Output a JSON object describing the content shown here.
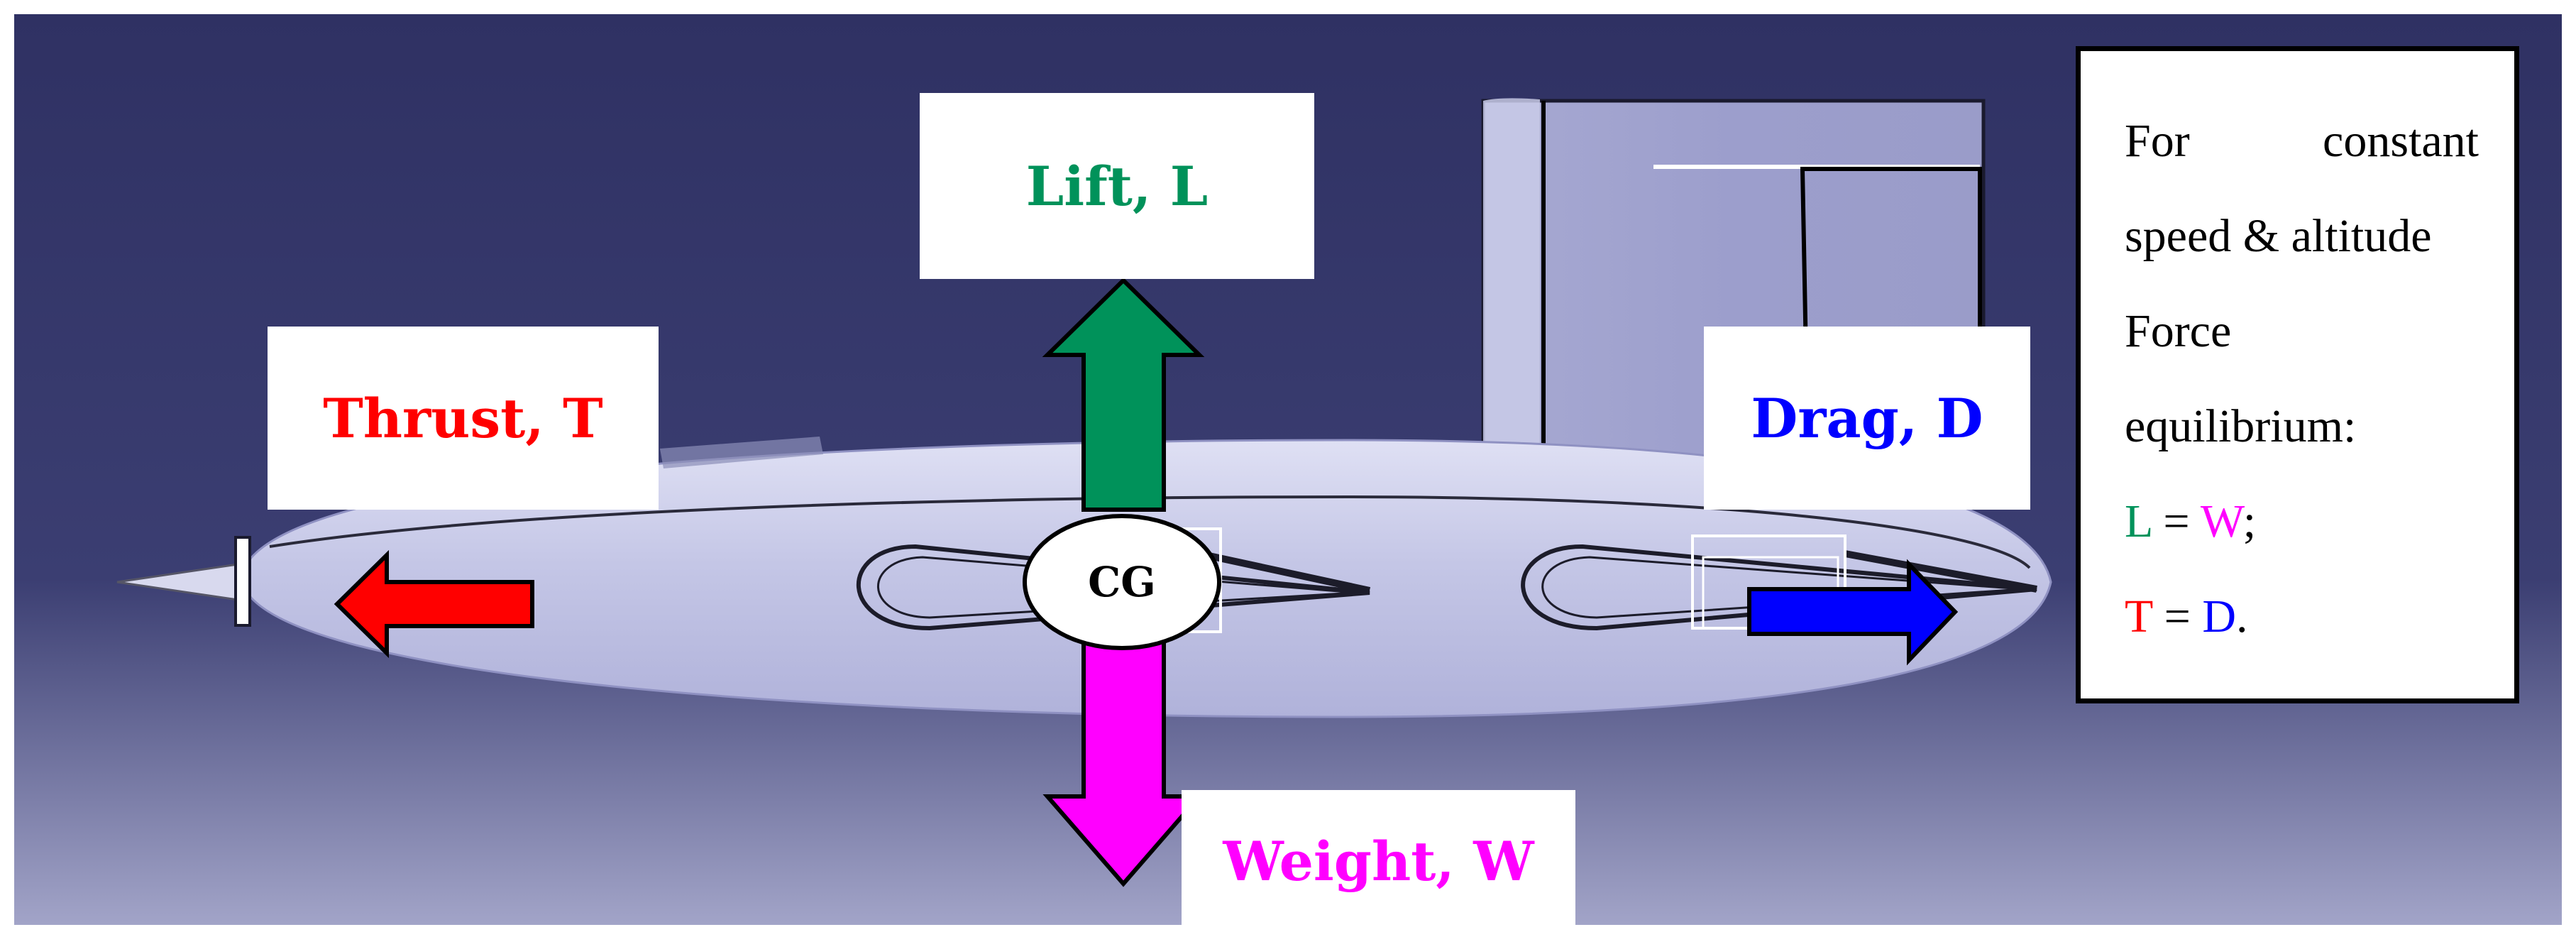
{
  "colors": {
    "background_top": "#2f3163",
    "background_bottom": "#a2a4c8",
    "body": "#c8cae9",
    "lift": "#00925a",
    "thrust": "#ff0000",
    "drag": "#0000ff",
    "weight": "#ff00ff"
  },
  "forces": {
    "lift": {
      "label": "Lift, L"
    },
    "thrust": {
      "label": "Thrust, T"
    },
    "drag": {
      "label": "Drag, D"
    },
    "weight": {
      "label": "Weight, W"
    }
  },
  "cg": {
    "label": "CG"
  },
  "note": {
    "line1_word1": "For",
    "line1_word2": "constant",
    "line2": "speed & altitude",
    "line3": "Force",
    "line4": "equilibrium:",
    "eq1_left": "L",
    "eq1_op": " = ",
    "eq1_right": "W",
    "eq1_end": ";",
    "eq2_left": "T",
    "eq2_op": " = ",
    "eq2_right": "D",
    "eq2_end": "."
  }
}
